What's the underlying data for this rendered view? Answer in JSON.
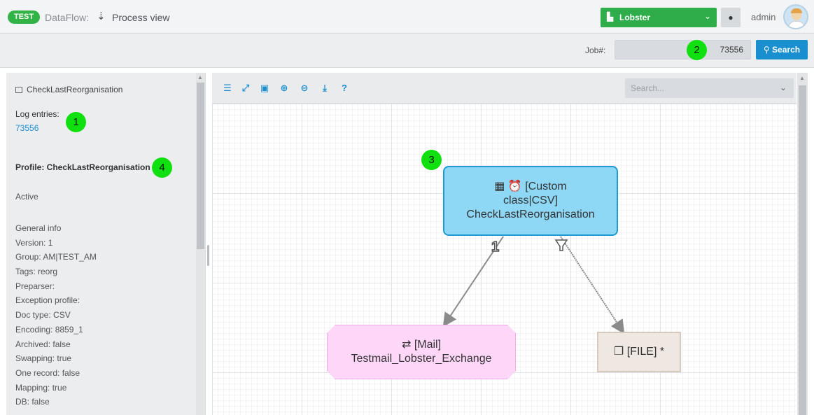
{
  "header": {
    "env_badge": "TEST",
    "app_name": "DataFlow:",
    "view_icon": "sort-icon",
    "view_name": "Process view",
    "partner_select": {
      "icon": "factory-icon",
      "value": "Lobster"
    },
    "chat_icon": "chat-icon",
    "user_name": "admin",
    "avatar_icon": "avatar-icon"
  },
  "jobbar": {
    "job_label": "Job#:",
    "job_value": "73556",
    "search_label": "Search",
    "search_icon": "search-icon"
  },
  "left_panel": {
    "title": "CheckLastReorganisation",
    "log_entries_label": "Log entries:",
    "log_entry_link": "73556",
    "profile_label": "Profile: CheckLastReorganisation",
    "status": "Active",
    "info": [
      "General info",
      "Version: 1",
      "Group: AM|TEST_AM",
      "Tags: reorg",
      "Preparser:",
      "Exception profile:",
      "Doc type: CSV",
      "Encoding: 8859_1",
      "Archived: false",
      "Swapping: true",
      "One record: false",
      "Mapping: true",
      "DB: false"
    ]
  },
  "canvas_toolbar": {
    "buttons": [
      "align-center-icon",
      "expand-icon",
      "fit-screen-icon",
      "zoom-in-icon",
      "zoom-out-icon",
      "download-icon",
      "help-icon"
    ],
    "search_placeholder": "Search..."
  },
  "graph": {
    "nodes": {
      "main": {
        "icons": [
          "chip-icon",
          "alarm-icon"
        ],
        "line1": "[Custom",
        "line2": "class|CSV]",
        "line3": "CheckLastReorganisation",
        "color": "#8ed8f5"
      },
      "mail": {
        "icon": "exchange-icon",
        "line1": "[Mail]",
        "line2": "Testmail_Lobster_Exchange",
        "color": "#fdd6f8"
      },
      "file": {
        "icon": "files-icon",
        "line1": "[FILE] *",
        "color": "#efe8e2"
      }
    },
    "edges": {
      "mail_edge_label": "1",
      "file_edge_icon": "filter-icon"
    }
  },
  "markers": [
    "1",
    "2",
    "3",
    "4"
  ],
  "colors": {
    "accent_blue": "#1a8fd0",
    "brand_green": "#2fad4a",
    "marker_green": "#10e010"
  }
}
